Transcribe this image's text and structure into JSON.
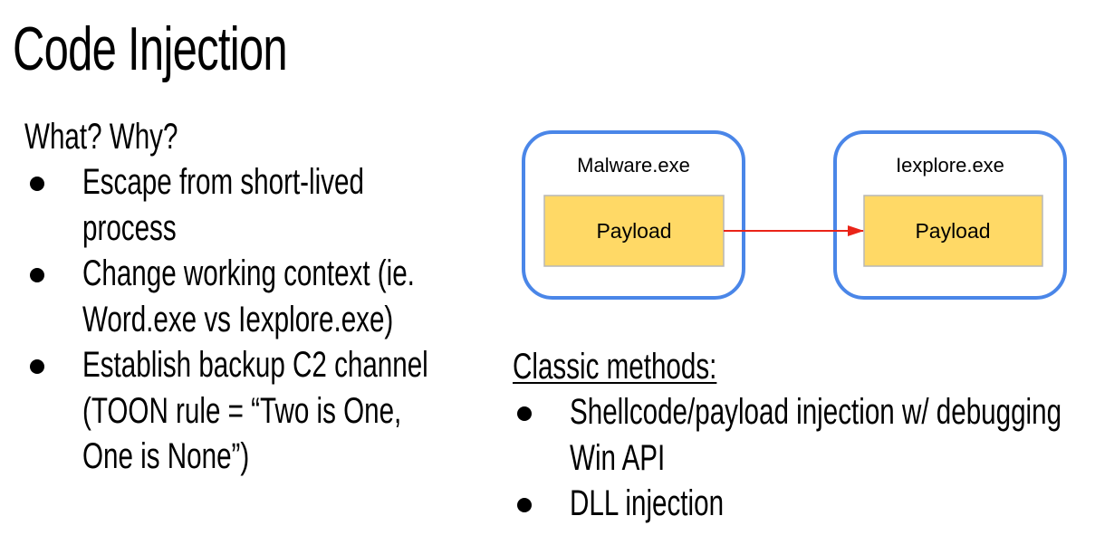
{
  "slide": {
    "title": "Code Injection"
  },
  "left_section": {
    "heading": "What? Why?",
    "bullets": [
      {
        "line1": "Escape from short-lived",
        "line2": "process"
      },
      {
        "line1": "Change working context (ie.",
        "line2": "Word.exe vs Iexplore.exe)"
      },
      {
        "line1": "Establish backup C2 channel",
        "line2": "(TOON rule = “Two is One,",
        "line3": "One is None”)"
      }
    ]
  },
  "diagram": {
    "source_process": {
      "label": "Malware.exe",
      "payload_label": "Payload"
    },
    "target_process": {
      "label": "Iexplore.exe",
      "payload_label": "Payload"
    },
    "colors": {
      "process_border": "#4a86e8",
      "payload_fill": "#ffd966",
      "payload_border": "#b7b7b7",
      "arrow": "#ea2418"
    }
  },
  "right_section": {
    "heading": "Classic methods:",
    "bullets": [
      {
        "line1": "Shellcode/payload injection w/ debugging",
        "line2": "Win API"
      },
      {
        "line1": "DLL injection"
      }
    ]
  }
}
